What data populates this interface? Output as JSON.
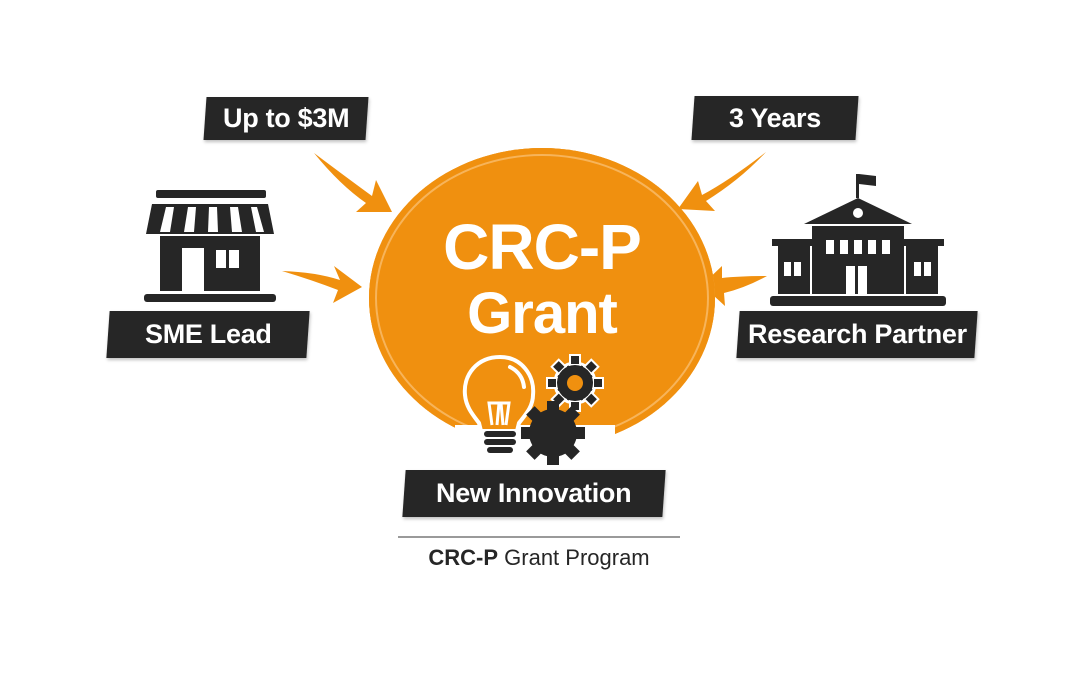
{
  "diagram": {
    "title": "CRC-P Grant",
    "title_line1": "CRC-P",
    "title_line2": "Grant",
    "inputs": [
      {
        "id": "funding",
        "label": "Up to $3M",
        "position": "top-left"
      },
      {
        "id": "duration",
        "label": "3 Years",
        "position": "top-right"
      },
      {
        "id": "sme",
        "label": "SME Lead",
        "icon": "shop-icon",
        "position": "left"
      },
      {
        "id": "research",
        "label": "Research Partner",
        "icon": "university-icon",
        "position": "right"
      }
    ],
    "output": {
      "label": "New Innovation",
      "icon": "lightbulb-gears-icon"
    },
    "footer": {
      "bold": "CRC-P",
      "rest": " Grant Program"
    }
  },
  "colors": {
    "accent": "#f0900f",
    "accent_light": "#f7b45a",
    "dark": "#262626",
    "background": "#ffffff",
    "divider": "#9a9a9a"
  }
}
